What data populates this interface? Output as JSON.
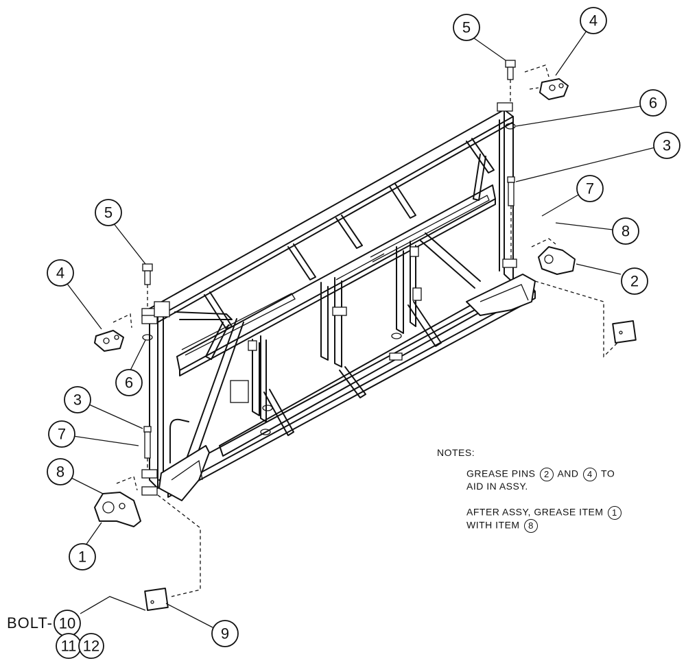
{
  "notes": {
    "heading": "NOTES:",
    "note1_part1": "GREASE PINS",
    "note1_ref1": "2",
    "note1_part2": "AND",
    "note1_ref2": "4",
    "note1_part3": "TO",
    "note1_line2": "AID IN ASSY.",
    "note2_part1": "AFTER ASSY, GREASE ITEM",
    "note2_ref1": "1",
    "note2_part2": "WITH ITEM",
    "note2_ref2": "8"
  },
  "bolt_label": "BOLT-",
  "callouts": {
    "c5_top": "5",
    "c4_top": "4",
    "c6_right": "6",
    "c3_right": "3",
    "c7_right": "7",
    "c8_right": "8",
    "c2_right": "2",
    "c5_left": "5",
    "c4_left": "4",
    "c6_left": "6",
    "c3_left": "3",
    "c7_left": "7",
    "c8_left": "8",
    "c1_left": "1",
    "c9": "9",
    "c10": "10",
    "c11": "11",
    "c12": "12"
  }
}
